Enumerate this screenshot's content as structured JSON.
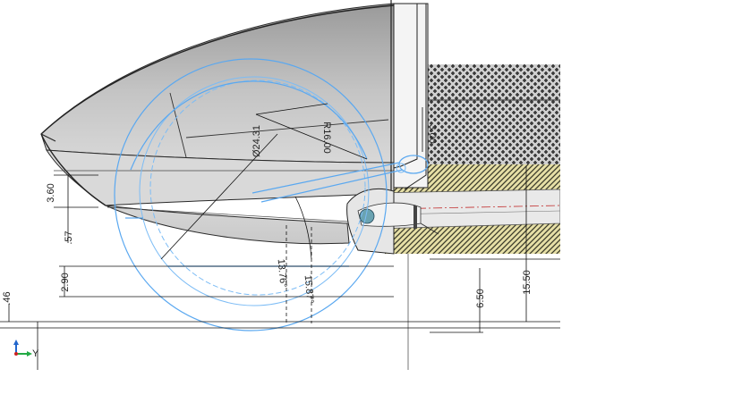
{
  "dimensions": {
    "d_3_60": "3.60",
    "d_57": ".57",
    "d_2_90": "2.90",
    "d_46": ".46",
    "d_diameter": "Ø24.31",
    "d_r16": "R16.00",
    "d_3_00": "3.00",
    "d_6_50": "6.50",
    "d_15_50": "15.50",
    "a_13_76": "13.76°",
    "a_15_87": "15.87°"
  },
  "triad": {
    "y_label": "Y"
  },
  "colors": {
    "sketch": "#5aa8f0",
    "hull_gray": "#bcbcbc",
    "carbon_yellow": "#e8e2b0",
    "weave_dark": "#3a3a3a"
  }
}
